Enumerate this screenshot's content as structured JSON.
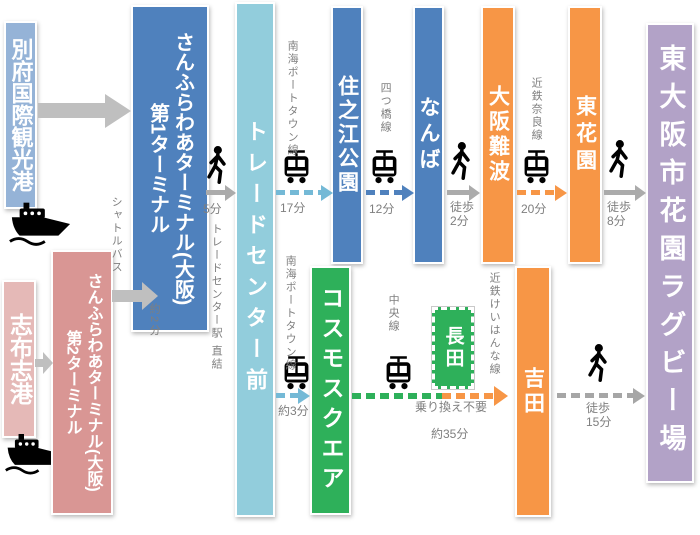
{
  "nodes": {
    "beppu": {
      "label": "別府国際観光港"
    },
    "terminal1": {
      "label": "さんふらわあターミナル(大阪)",
      "sub": "第1ターミナル"
    },
    "shibushi": {
      "label": "志布志港"
    },
    "terminal2": {
      "label": "さんふらわあターミナル(大阪)",
      "sub": "第2ターミナル"
    },
    "tradecenter": {
      "label": "トレードセンター前"
    },
    "suminoe": {
      "label": "住之江公園"
    },
    "namba": {
      "label": "なんば"
    },
    "osaka_namba": {
      "label": "大阪難波"
    },
    "higashi_hanazono": {
      "label": "東花園"
    },
    "cosmosquare": {
      "label": "コスモスクエア"
    },
    "nagata": {
      "label": "長田"
    },
    "yoshida": {
      "label": "吉田"
    },
    "rugby": {
      "label": "東大阪市花園ラグビー場"
    }
  },
  "edges": {
    "walk_t1": {
      "duration": "5分",
      "note": "トレードセンター駅 直結"
    },
    "nankai_top": {
      "line": "南海ポートタウン線",
      "duration": "17分"
    },
    "yotsubashi": {
      "line": "四つ橋線",
      "duration": "12分"
    },
    "walk_namba": {
      "mode": "徒歩",
      "duration": "2分"
    },
    "kintetsu_nara": {
      "line": "近鉄奈良線",
      "duration": "20分"
    },
    "walk_hanazono": {
      "mode": "徒歩",
      "duration": "8分"
    },
    "shuttle": {
      "line": "シャトルバス",
      "duration": "約2分"
    },
    "nankai_bottom": {
      "line": "南海ポートタウン線",
      "duration": "約3分"
    },
    "chuo": {
      "line": "中央線"
    },
    "keihanna": {
      "line": "近鉄けいはんな線",
      "note": "乗り換え不要",
      "duration": "約35分"
    },
    "walk_rugby": {
      "mode": "徒歩",
      "duration": "15分"
    }
  },
  "colors": {
    "blue": "#4F81BD",
    "light_blue": "#95B3D7",
    "pale_cyan": "#92CDDC",
    "orange": "#F79646",
    "purple": "#B2A2C7",
    "pale_pink": "#E5B9B7",
    "rose": "#D99694",
    "green": "#2EB05A",
    "arrow_gray": "#BFBFBF",
    "label_gray": "#7F7F7F"
  }
}
